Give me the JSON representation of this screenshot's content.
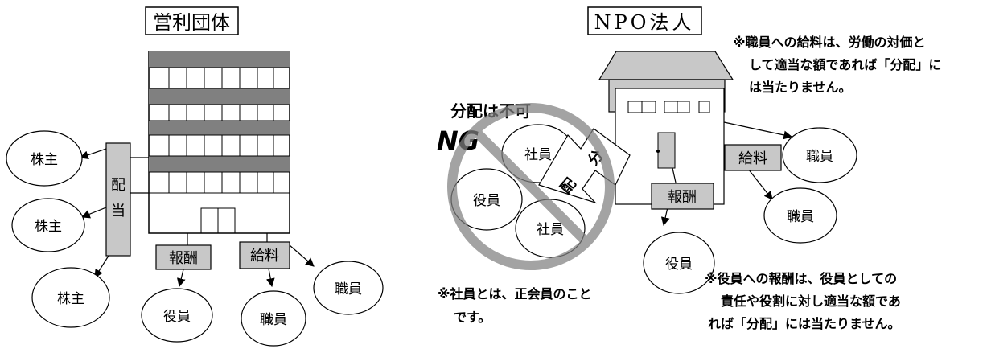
{
  "left": {
    "title": "営利団体",
    "dividend_label_1": "配",
    "dividend_label_2": "当",
    "remuneration_label": "報酬",
    "salary_label": "給料",
    "shareholders": [
      "株主",
      "株主",
      "株主"
    ],
    "officer": "役員",
    "staff": [
      "職員",
      "職員"
    ]
  },
  "right": {
    "title": "NPO法人",
    "note_staff": [
      "※職員への給料は、労働の対価と",
      "して適当な額であれば「分配」に",
      "は当たりません。"
    ],
    "no_distribution": "分配は不可",
    "ng": "NG",
    "members": [
      "社員",
      "役員",
      "社員"
    ],
    "arrow_text_1": "分",
    "arrow_text_2": "配",
    "salary_label": "給料",
    "remuneration_label": "報酬",
    "staff": [
      "職員",
      "職員"
    ],
    "officer": "役員",
    "note_members": [
      "※社員とは、正会員のこと",
      "です。"
    ],
    "note_officer": [
      "※役員への報酬は、役員としての",
      "責任や役割に対し適当な額であ",
      "れば「分配」には当たりません。"
    ]
  }
}
